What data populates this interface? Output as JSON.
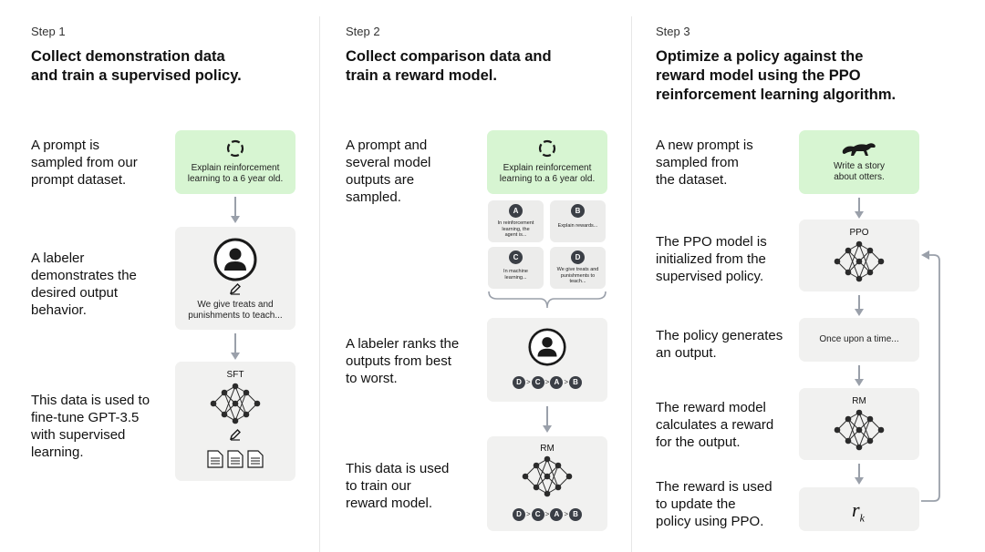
{
  "steps": [
    {
      "label": "Step 1",
      "title_line1": "Collect demonstration data",
      "title_line2": "and train a supervised policy.",
      "rows": [
        {
          "desc": [
            "A prompt is",
            "sampled from our",
            "prompt dataset."
          ]
        },
        {
          "desc": [
            "A labeler",
            "demonstrates the",
            "desired output",
            "behavior."
          ]
        },
        {
          "desc": [
            "This data is used to",
            "fine-tune GPT-3.5",
            "with supervised",
            "learning."
          ]
        }
      ],
      "prompt_box": [
        "Explain reinforcement",
        "learning to a 6 year old."
      ],
      "demo_box": [
        "We give treats and",
        "punishments to teach..."
      ],
      "model_label": "SFT"
    },
    {
      "label": "Step 2",
      "title_line1": "Collect comparison data and",
      "title_line2": "train a reward model.",
      "rows": [
        {
          "desc": [
            "A prompt and",
            "several model",
            "outputs are",
            "sampled."
          ]
        },
        {
          "desc": [
            "A labeler ranks the",
            "outputs from best",
            "to worst."
          ]
        },
        {
          "desc": [
            "This data is used",
            "to train our",
            "reward model."
          ]
        }
      ],
      "prompt_box": [
        "Explain reinforcement",
        "learning to a 6 year old."
      ],
      "outputs": [
        {
          "letter": "A",
          "text": [
            "In reinforcement",
            "learning, the",
            "agent is..."
          ]
        },
        {
          "letter": "B",
          "text": [
            "Explain rewards..."
          ]
        },
        {
          "letter": "C",
          "text": [
            "In machine",
            "learning..."
          ]
        },
        {
          "letter": "D",
          "text": [
            "We give treats and",
            "punishments to",
            "teach..."
          ]
        }
      ],
      "ranking": [
        "D",
        "C",
        "A",
        "B"
      ],
      "model_label": "RM"
    },
    {
      "label": "Step 3",
      "title_line1": "Optimize a policy against the",
      "title_line2": "reward model using the PPO",
      "title_line3": "reinforcement learning algorithm.",
      "rows": [
        {
          "desc": [
            "A new prompt is",
            "sampled from",
            "the dataset."
          ]
        },
        {
          "desc": [
            "The PPO model is",
            "initialized from the",
            "supervised policy."
          ]
        },
        {
          "desc": [
            "The policy generates",
            "an output."
          ]
        },
        {
          "desc": [
            "The reward model",
            "calculates a reward",
            "for the output."
          ]
        },
        {
          "desc": [
            "The reward is used",
            "to update the",
            "policy using PPO."
          ]
        }
      ],
      "prompt_box": [
        "Write a story",
        "about otters."
      ],
      "ppo_label": "PPO",
      "output_text": "Once upon a time...",
      "rm_label": "RM",
      "reward_symbol": "r",
      "reward_subscript": "k"
    }
  ],
  "ranking_separator": ">",
  "colors": {
    "prompt_box": "#d7f5d2",
    "panel_box": "#f1f1f0",
    "node": "#2b2b2b",
    "arrow": "#9aa0aa"
  },
  "icons": [
    "refresh-icon",
    "person-icon",
    "pencil-icon",
    "document-icon",
    "neural-network-icon",
    "otter-icon",
    "brace-icon",
    "arrow-down-icon",
    "feedback-arrow-icon"
  ]
}
